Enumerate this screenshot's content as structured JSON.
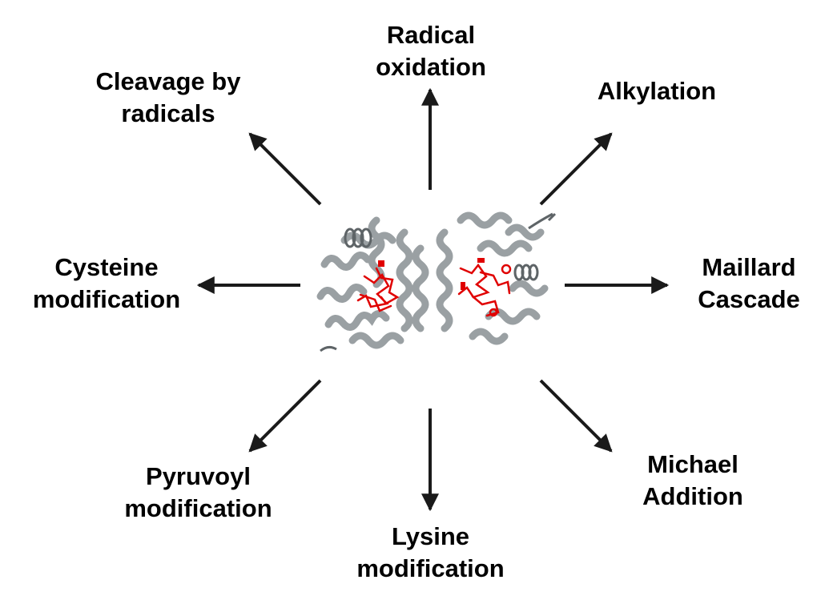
{
  "colors": {
    "background": "#ffffff",
    "arrow": "#1a1a1a",
    "protein_backbone": "#9aa0a3",
    "protein_backbone_shadow": "#5e6467",
    "active_site": "#e00000"
  },
  "center": {
    "icon": "protein-ribbon-structure",
    "description_visible": false
  },
  "labels": {
    "radical_oxidation": [
      "Radical",
      "oxidation"
    ],
    "cleavage_by_radicals": [
      "Cleavage by",
      "radicals"
    ],
    "alkylation": [
      "Alkylation"
    ],
    "cysteine_modification": [
      "Cysteine",
      "modification"
    ],
    "maillard_cascade": [
      "Maillard",
      "Cascade"
    ],
    "pyruvoyl_modification": [
      "Pyruvoyl",
      "modification"
    ],
    "lysine_modification": [
      "Lysine",
      "modification"
    ],
    "michael_addition": [
      "Michael",
      "Addition"
    ]
  }
}
